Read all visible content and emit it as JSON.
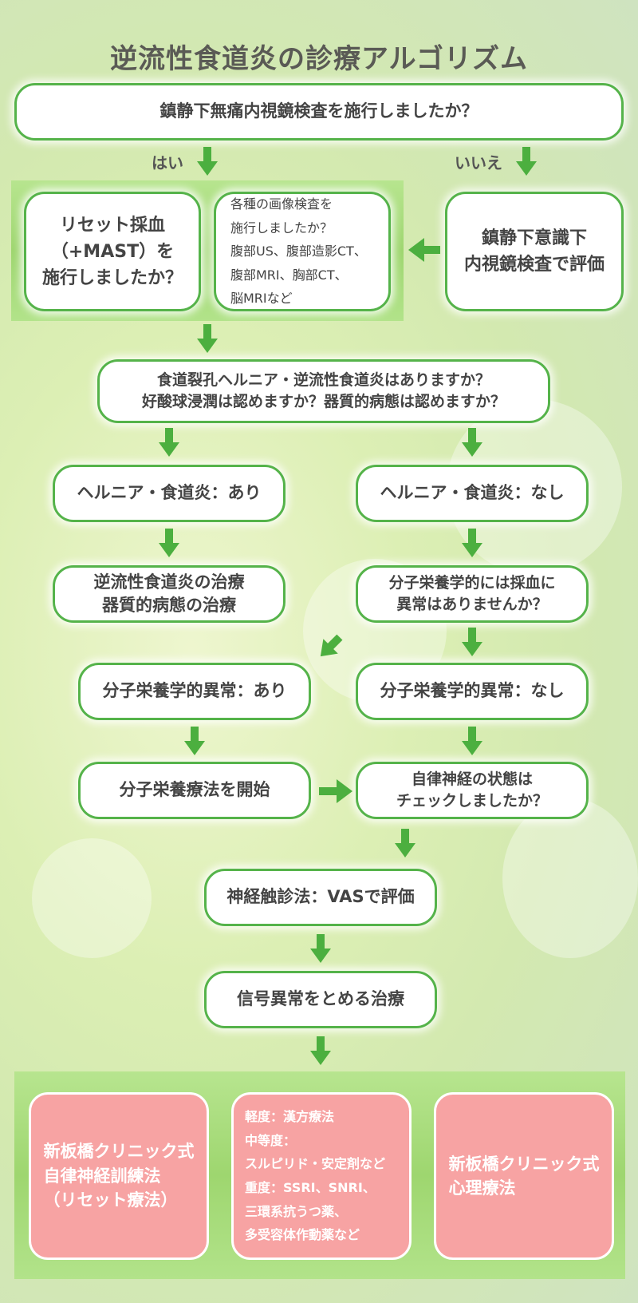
{
  "title": "逆流性食道炎の診療アルゴリズム",
  "q1": "鎮静下無痛内視鏡検査を施行しましたか？",
  "yes_label": "はい",
  "no_label": "いいえ",
  "reset_blood": "リセット採血\n（+MAST）を\n施行しましたか？",
  "imaging": "各種の画像検査を\n施行しましたか？\n腹部US、腹部造影CT、\n腹部MRI、胸部CT、\n脳MRIなど",
  "conscious_endoscopy": "鎮静下意識下\n内視鏡検査で評価",
  "q2": "食道裂孔ヘルニア・逆流性食道炎はありますか？\n好酸球浸潤は認めますか？器質的病態は認めますか？",
  "hernia_yes": "ヘルニア・食道炎：あり",
  "hernia_no": "ヘルニア・食道炎：なし",
  "treatment": "逆流性食道炎の治療\n器質的病態の治療",
  "q3": "分子栄養学的には採血に\n異常はありませんか？",
  "abnormal_yes": "分子栄養学的異常：あり",
  "abnormal_no": "分子栄養学的異常：なし",
  "start_therapy": "分子栄養療法を開始",
  "q4": "自律神経の状態は\nチェックしましたか？",
  "vas": "神経触診法：VASで評価",
  "signal": "信号異常をとめる治療",
  "final_left": "新板橋クリニック式\n自律神経訓練法\n（リセット療法）",
  "final_middle": "軽度：漢方療法\n中等度：\nスルピリド・安定剤など\n重度：SSRI、SNRI、\n三環系抗うつ薬、\n多受容体作動薬など",
  "final_right": "新板橋クリニック式\n心理療法",
  "colors": {
    "box_border": "#55b34a",
    "arrow": "#4caf3f",
    "pink": "#f7a3a3",
    "panel_green": "#a3d977"
  }
}
